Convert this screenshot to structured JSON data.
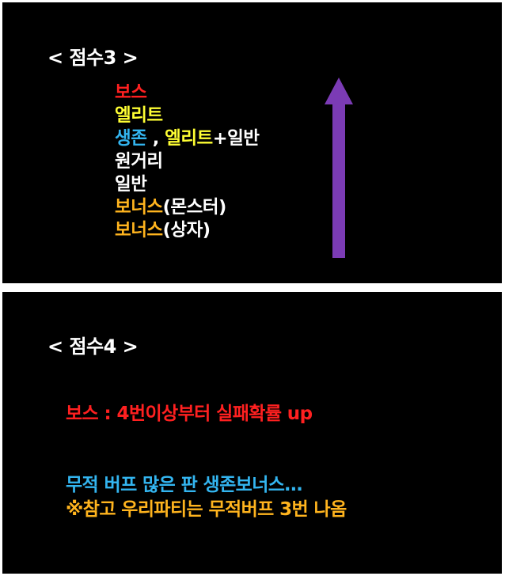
{
  "panel1": {
    "title": "< 점수3 >",
    "rows": [
      [
        {
          "text": "보스",
          "color": "red"
        }
      ],
      [
        {
          "text": "엘리트",
          "color": "yellow"
        }
      ],
      [
        {
          "text": "생존",
          "color": "blue"
        },
        {
          "text": " , ",
          "color": "white"
        },
        {
          "text": "엘리트",
          "color": "yellow"
        },
        {
          "text": "+일반",
          "color": "white"
        }
      ],
      [
        {
          "text": "원거리",
          "color": "white"
        }
      ],
      [
        {
          "text": "일반",
          "color": "white"
        }
      ],
      [
        {
          "text": "보너스",
          "color": "orange"
        },
        {
          "text": "(몬스터)",
          "color": "white"
        }
      ],
      [
        {
          "text": "보너스",
          "color": "orange"
        },
        {
          "text": "(상자)",
          "color": "white"
        }
      ]
    ],
    "arrow_color": "#7b3bb5"
  },
  "panel2": {
    "title": "< 점수4 >",
    "boss_line": "보스 : 4번이상부터 실패확률 up",
    "note1": "무적 버프 많은 판 생존보너스…",
    "note2": "※참고 우리파티는 무적버프 3번 나옴"
  }
}
